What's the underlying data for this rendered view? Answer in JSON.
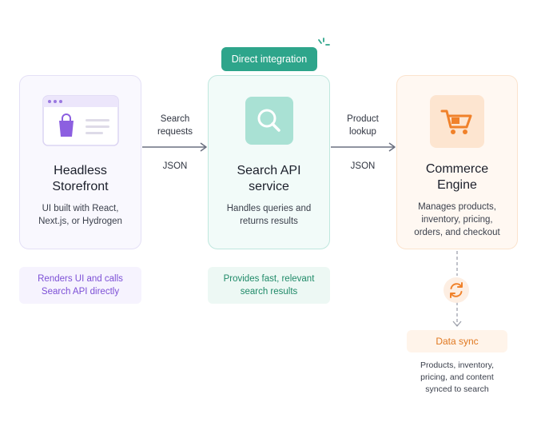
{
  "badge": {
    "label": "Direct integration"
  },
  "storefront": {
    "title_line1": "Headless",
    "title_line2": "Storefront",
    "desc_line1": "UI built with React,",
    "desc_line2": "Next.js, or Hydrogen",
    "note_line1": "Renders UI and calls",
    "note_line2": "Search API directly",
    "icon": "storefront-window-bag-icon"
  },
  "search": {
    "title_line1": "Search API",
    "title_line2": "service",
    "desc_line1": "Handles queries and",
    "desc_line2": "returns results",
    "note_line1": "Provides fast, relevant",
    "note_line2": "search results",
    "icon": "magnifier-icon"
  },
  "commerce": {
    "title_line1": "Commerce",
    "title_line2": "Engine",
    "desc_line1": "Manages products,",
    "desc_line2": "inventory, pricing,",
    "desc_line3": "orders, and checkout",
    "icon": "shopping-cart-icon"
  },
  "arrow1": {
    "top_line1": "Search",
    "top_line2": "requests",
    "bottom": "JSON"
  },
  "arrow2": {
    "top_line1": "Product",
    "top_line2": "lookup",
    "bottom": "JSON"
  },
  "sync": {
    "label": "Data sync",
    "desc_line1": "Products, inventory,",
    "desc_line2": "pricing, and content",
    "desc_line3": "synced to search",
    "icon": "sync-arrows-icon"
  },
  "colors": {
    "storefront_accent": "#7c4fd6",
    "search_accent": "#2ea58b",
    "commerce_accent": "#f0812a"
  }
}
